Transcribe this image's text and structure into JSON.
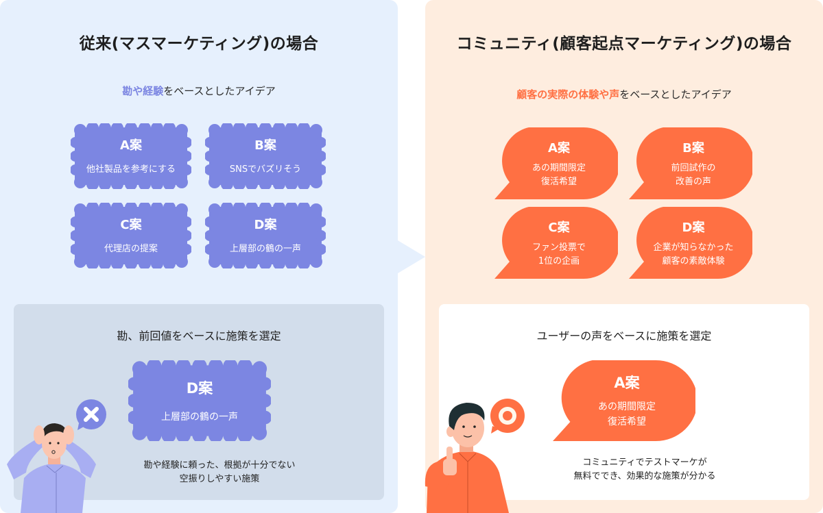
{
  "left": {
    "title": "従来(マスマーケティング)の場合",
    "subtitle_highlight": "勘や経験",
    "subtitle_rest": "をベースとしたアイデア",
    "accent_color": "#7c86e2",
    "cards": [
      {
        "label": "A案",
        "desc": "他社製品を参考にする"
      },
      {
        "label": "B案",
        "desc": "SNSでバズリそう"
      },
      {
        "label": "C案",
        "desc": "代理店の提案"
      },
      {
        "label": "D案",
        "desc": "上層部の鶴の一声"
      }
    ],
    "result": {
      "title": "勘、前回値をベースに施策を選定",
      "selected_label": "D案",
      "selected_desc": "上層部の鶴の一声",
      "note_line1": "勘や経験に頼った、根拠が十分でない",
      "note_line2": "空振りしやすい施策",
      "verdict_icon": "cross-icon"
    }
  },
  "right": {
    "title": "コミュニティ(顧客起点マーケティング)の場合",
    "subtitle_highlight": "顧客の実際の体験や声",
    "subtitle_rest": "をベースとしたアイデア",
    "accent_color": "#ff7043",
    "cards": [
      {
        "label": "A案",
        "desc1": "あの期間限定",
        "desc2": "復活希望"
      },
      {
        "label": "B案",
        "desc1": "前回試作の",
        "desc2": "改善の声"
      },
      {
        "label": "C案",
        "desc1": "ファン投票で",
        "desc2": "1位の企画"
      },
      {
        "label": "D案",
        "desc1": "企業が知らなかった",
        "desc2": "顧客の素敵体験"
      }
    ],
    "result": {
      "title": "ユーザーの声をベースに施策を選定",
      "selected_label": "A案",
      "selected_desc1": "あの期間限定",
      "selected_desc2": "復活希望",
      "note_line1": "コミュニティでテストマーケが",
      "note_line2": "無料ででき、効果的な施策が分かる",
      "verdict_icon": "circle-icon"
    }
  }
}
